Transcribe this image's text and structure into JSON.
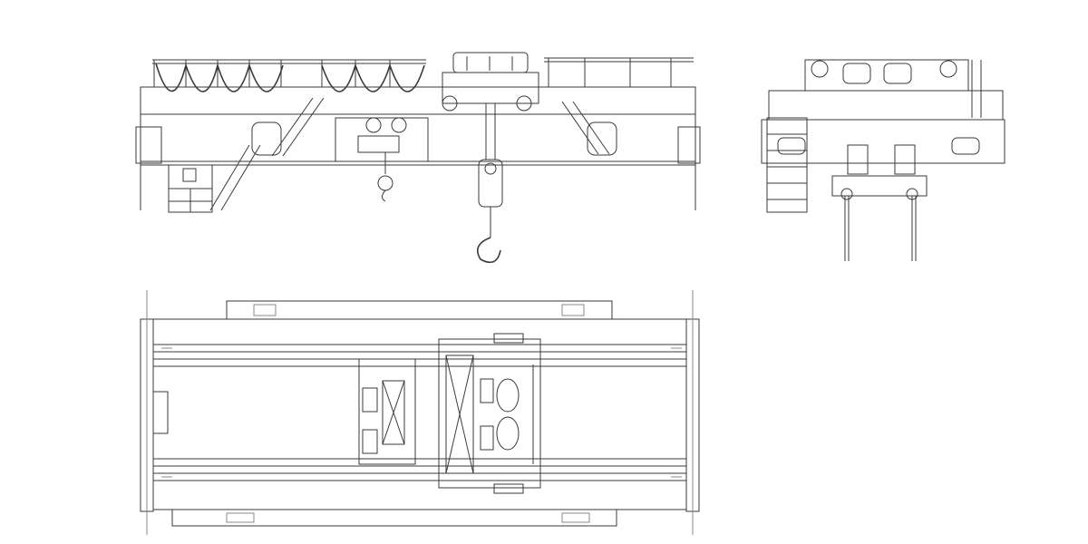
{
  "drawing": {
    "line_color": "#3a3a3a",
    "light_line_color": "#8a8a8a",
    "background": "#ffffff",
    "views": [
      "front-elevation",
      "side-elevation",
      "plan-view"
    ]
  }
}
